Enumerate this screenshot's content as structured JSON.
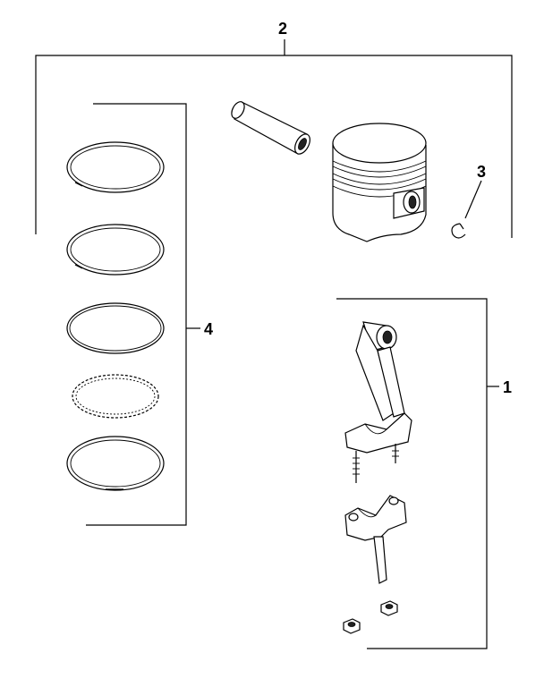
{
  "callouts": {
    "connecting_rod_assembly": "1",
    "piston_assembly": "2",
    "piston_pin_retainer": "3",
    "piston_ring_set": "4"
  }
}
